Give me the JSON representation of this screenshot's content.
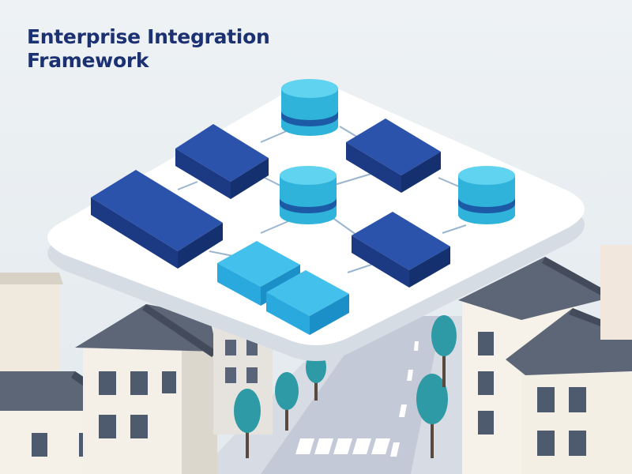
{
  "title": {
    "line1": "Enterprise Integration",
    "line2": "Framework"
  },
  "colors": {
    "background": "#e9eef1",
    "title_text": "#1c3172",
    "navy_block": "#1f3f8f",
    "cyan_block": "#2aa9df",
    "database": "#35c2e3",
    "platform": "#ffffff",
    "connector": "#9bb5cf",
    "roof": "#5d6677",
    "wall": "#f6f2ea",
    "tree": "#2e9aa5",
    "road": "#bcc3d2"
  },
  "diagram": {
    "platform": "rounded-isometric-slab",
    "navy_blocks": 4,
    "cyan_blocks": 2,
    "databases": 3
  },
  "icons": [
    "database-cylinder-icon",
    "server-block-icon",
    "building-icon",
    "tree-icon"
  ]
}
